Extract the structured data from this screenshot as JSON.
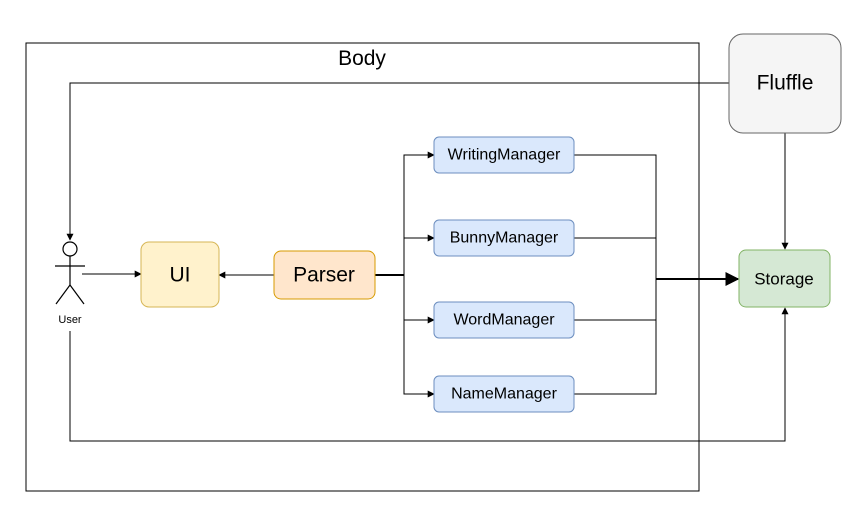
{
  "title": "Body",
  "actor": {
    "label": "User"
  },
  "nodes": {
    "fluffle": {
      "label": "Fluffle",
      "fill": "#f5f5f5",
      "stroke": "#666666"
    },
    "ui": {
      "label": "UI",
      "fill": "#fff2cc",
      "stroke": "#d6b656"
    },
    "parser": {
      "label": "Parser",
      "fill": "#ffe6cc",
      "stroke": "#d79b00"
    },
    "writing_manager": {
      "label": "WritingManager",
      "fill": "#dae8fc",
      "stroke": "#6c8ebf"
    },
    "bunny_manager": {
      "label": "BunnyManager",
      "fill": "#dae8fc",
      "stroke": "#6c8ebf"
    },
    "word_manager": {
      "label": "WordManager",
      "fill": "#dae8fc",
      "stroke": "#6c8ebf"
    },
    "name_manager": {
      "label": "NameManager",
      "fill": "#dae8fc",
      "stroke": "#6c8ebf"
    },
    "storage": {
      "label": "Storage",
      "fill": "#d5e8d4",
      "stroke": "#82b366"
    }
  }
}
